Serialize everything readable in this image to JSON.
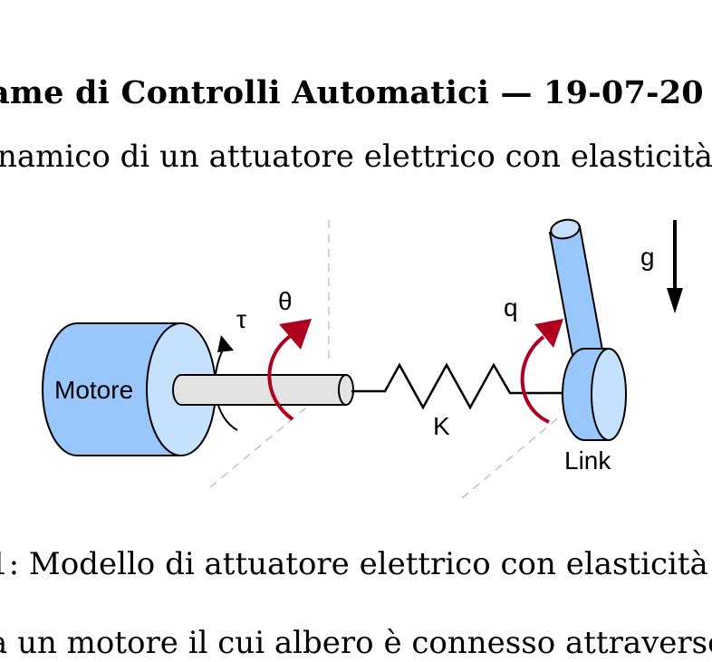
{
  "header": {
    "title": "ame di Controlli Automatici — 19-07-20",
    "subtitle": "namico di un attuatore elettrico con elasticità"
  },
  "figure": {
    "motor_label": "Motore",
    "torque_label": "τ",
    "theta_label": "θ",
    "spring_label": "K",
    "q_label": "q",
    "gravity_label": "g",
    "link_label": "Link",
    "colors": {
      "body_fill": "#99c7fb",
      "body_light": "#c6e1fd",
      "shaft_fill": "#e3e3e3",
      "arrow_red": "#b00020",
      "stroke": "#000000",
      "dash": "#b5b5b5"
    }
  },
  "caption": {
    "text": "1: Modello di attuatore elettrico con elasticità"
  },
  "body": {
    "text": "a un motore il cui albero è connesso attraverso"
  }
}
